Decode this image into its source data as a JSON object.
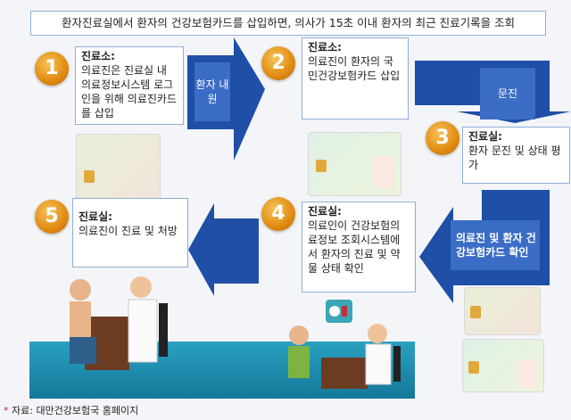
{
  "header": "환자진료실에서 환자의 건강보험카드를 삽입하면, 의사가 15초 이내 환자의 최근 진료기록을 조회",
  "steps": [
    {
      "number": "1",
      "title": "진료소:",
      "text": "의료진은 진료실 내 의료정보시스템 로그인을 위해 의료진카드를 삽입"
    },
    {
      "number": "2",
      "title": "진료소:",
      "text": "의료진이 환자의 국민건강보험카드 삽입"
    },
    {
      "number": "3",
      "title": "진료실:",
      "text": "환자 문진 및 상태 평가"
    },
    {
      "number": "4",
      "title": "진료실:",
      "text": "의료인이 건강보험의료정보 조회시스템에서 환자의 진료 및 약물 상태 확인"
    },
    {
      "number": "5",
      "title": "진료실:",
      "text": "의료진이 진료 및 처방"
    }
  ],
  "arrows": {
    "a1": "환자 내원",
    "a2": "문진",
    "a3": "의료진 및 환자 건강보험카드 확인"
  },
  "footnote": {
    "star": "*",
    "text": "자료: 대만건강보험국 홈페이지"
  },
  "colors": {
    "arrow": "#1f4fa6",
    "arrow_inner": "#3b6cc6",
    "badge": "#e08a10",
    "floor": "#1f8fb0"
  }
}
